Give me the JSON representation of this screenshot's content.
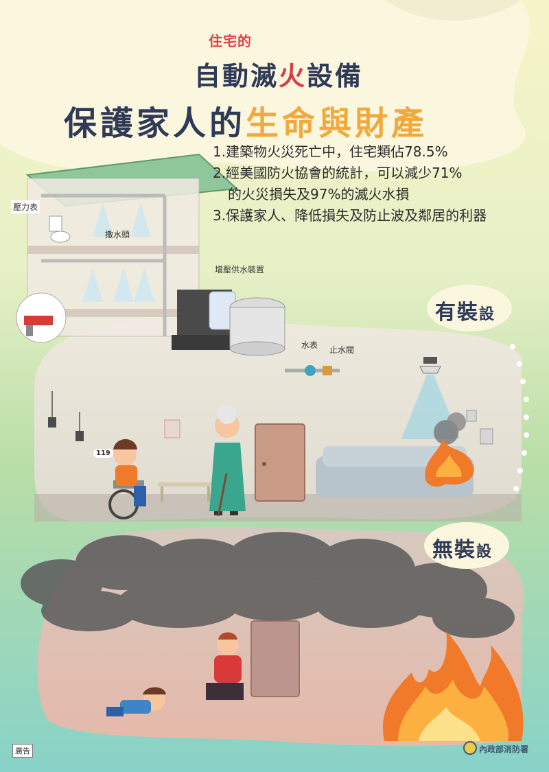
{
  "title": {
    "small": "住宅的",
    "line1_a": "自動滅",
    "line1_b": "火",
    "line1_c": "設備",
    "line2_a": "保護家人的",
    "line2_b": "生命與財產"
  },
  "facts": [
    "1.建築物火災死亡中，住宅類佔78.5%",
    "2.經美國防火協會的統計，可以減少71%",
    "的火災損失及97%的滅火水損",
    "3.保護家人、降低損失及防止波及鄰居的利器"
  ],
  "labels": {
    "pressure_gauge": "壓力表",
    "sprinkler_head": "撒水頭",
    "pump": "增壓供水裝置",
    "water_meter": "水表",
    "stop_valve": "止水閥"
  },
  "phone_text": "119",
  "badge_with": {
    "a": "有裝",
    "b": "設"
  },
  "badge_without": {
    "a": "無裝",
    "b": "設"
  },
  "ad_label": "廣告",
  "org_name": "內政部消防署",
  "colors": {
    "title_dark": "#2f3a57",
    "title_red": "#d93c45",
    "title_orange": "#f2a93b",
    "bg_green": "#b8dfa4",
    "bg_teal": "#8fd3c5",
    "smoke": "#6b6b6b",
    "fire": "#f07a2a"
  }
}
